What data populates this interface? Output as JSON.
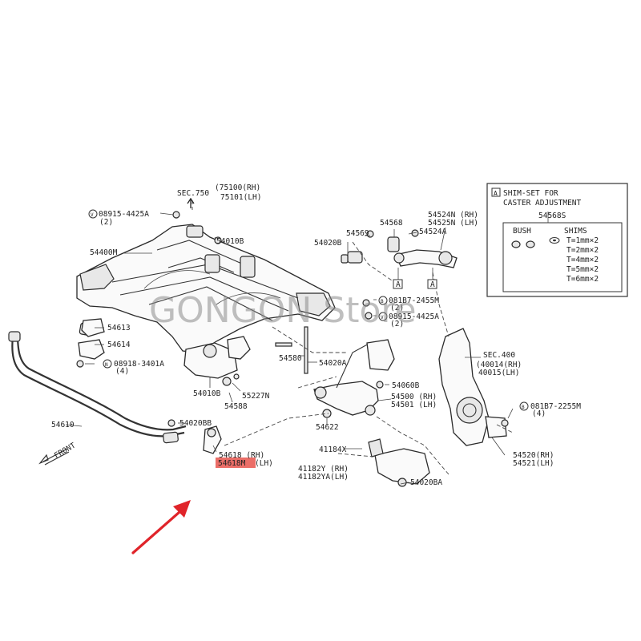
{
  "labels": {
    "sec750": "SEC.750",
    "sec750_rh": "(75100(RH)",
    "sec750_lh": "75101(LH)",
    "bolt_08915_4425A": "08915-4425A",
    "bolt_08915_4425A_qty": "(2)",
    "p54400M": "54400M",
    "p54010B_top": "54010B",
    "p54613": "54613",
    "p54614": "54614",
    "bolt_08918_3401A": "08918-3401A",
    "bolt_08918_3401A_qty": "(4)",
    "p54010B_bottom": "54010B",
    "p54580": "54580",
    "p54020A": "54020A",
    "p55227N": "55227N",
    "p54588": "54588",
    "p54610": "54610",
    "p54020BB": "54020BB",
    "p54618_rh": "54618 (RH)",
    "p54618M_lh": "54618M",
    "p54618M_lh_suffix": "(LH)",
    "front": "FRONT",
    "p54020B": "54020B",
    "p54569": "54569",
    "p54568": "54568",
    "p54524A": "54524A",
    "p54524N_rh": "54524N (RH)",
    "p54525N_lh": "54525N (LH)",
    "marker_a1": "A",
    "marker_a2": "A",
    "bolt_081B7_2455M": "081B7-2455M",
    "bolt_081B7_2455M_qty": "(2)",
    "bolt_08915_4425A_right": "08915-4425A",
    "bolt_08915_4425A_right_qty": "(2)",
    "p54060B": "54060B",
    "p54500_rh": "54500 (RH)",
    "p54501_lh": "54501 (LH)",
    "p54622": "54622",
    "p41184X": "41184X",
    "p41182Y_rh": "41182Y (RH)",
    "p41182YA_lh": "41182YA(LH)",
    "p54020BA": "54020BA",
    "sec400": "SEC.400",
    "sec400_rh": "(40014(RH)",
    "sec400_lh": "40015(LH)",
    "bolt_081B7_2255M": "081B7-2255M",
    "bolt_081B7_2255M_qty": "(4)",
    "p54520_rh": "54520(RH)",
    "p54521_lh": "54521(LH)"
  },
  "shim_box": {
    "marker": "A",
    "title_line1": "SHIM-SET FOR",
    "title_line2": "CASTER ADJUSTMENT",
    "part": "54568S",
    "col_bush": "BUSH",
    "col_shims": "SHIMS",
    "sizes": [
      "T=1mm×2",
      "T=2mm×2",
      "T=4mm×2",
      "T=5mm×2",
      "T=6mm×2"
    ]
  },
  "watermark": "GONGON Store",
  "colors": {
    "highlight": "#e8554e",
    "arrow": "#e0242a",
    "line": "#333333"
  }
}
